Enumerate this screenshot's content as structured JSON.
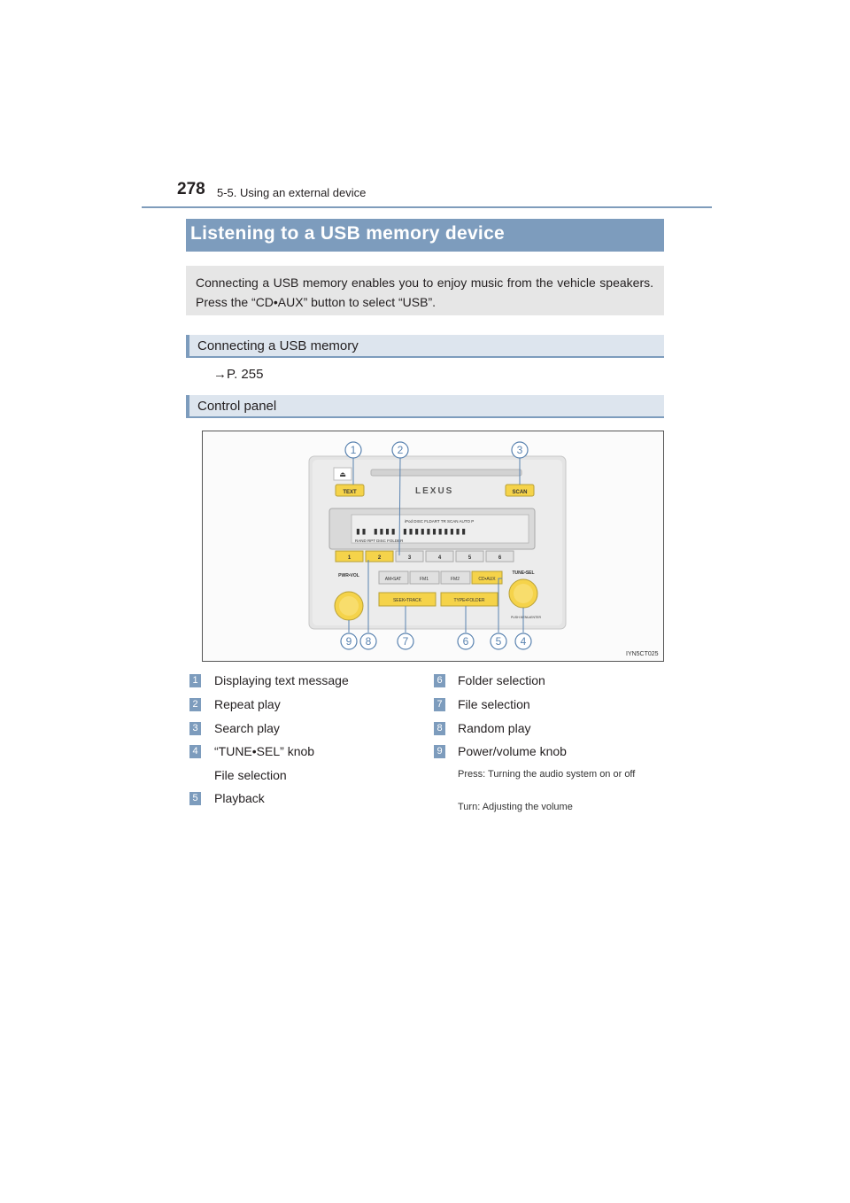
{
  "header": {
    "page_number": "278",
    "section": "5-5. Using an external device"
  },
  "title": "Listening to a USB memory device",
  "intro": "Connecting a USB memory enables you to enjoy music from the vehicle speakers. Press the “CD•AUX” button to select “USB”.",
  "connecting": {
    "heading": "Connecting a USB memory",
    "ref": "→P. 255"
  },
  "control_panel": {
    "heading": "Control panel",
    "figure_id": "IYN5CT025",
    "panel_labels": {
      "text": "TEXT",
      "scan": "SCAN",
      "brand": "LEXUS",
      "display_top": "iPod DISC  FLDART TR       SCAN  AUTO P",
      "display_bottom": "RAND  RPT   DISC   FOLDER",
      "presets": [
        "1",
        "2",
        "3",
        "4",
        "5",
        "6"
      ],
      "pwr_vol": "PWR•VOL",
      "tune_sel": "TUNE•SEL",
      "am_sat": "AM•SAT",
      "fm1": "FM1",
      "fm2": "FM2",
      "cd_aux": "CD•AUX",
      "seek_track": "SEEK•TRACK",
      "type_folder": "TYPE•FOLDER",
      "push_menu": "PUSH MENU•ENTER"
    },
    "callouts": [
      "1",
      "2",
      "3",
      "4",
      "5",
      "6",
      "7",
      "8",
      "9"
    ]
  },
  "legend_left": [
    {
      "num": "1",
      "label": "Displaying text message"
    },
    {
      "num": "2",
      "label": "Repeat play"
    },
    {
      "num": "3",
      "label": "Search play"
    },
    {
      "num": "4",
      "label": "“TUNE•SEL” knob",
      "sub": "File selection"
    },
    {
      "num": "5",
      "label": "Playback"
    }
  ],
  "legend_right": [
    {
      "num": "6",
      "label": "Folder selection"
    },
    {
      "num": "7",
      "label": "File selection"
    },
    {
      "num": "8",
      "label": "Random play"
    },
    {
      "num": "9",
      "label": "Power/volume knob",
      "notes": [
        "Press: Turning the audio system on or off",
        "Turn: Adjusting the volume"
      ]
    }
  ],
  "colors": {
    "accent": "#7d9cbd",
    "sub_bg": "#dde5ee",
    "intro_bg": "#e6e6e6",
    "button_yellow": "#f5d34a"
  }
}
